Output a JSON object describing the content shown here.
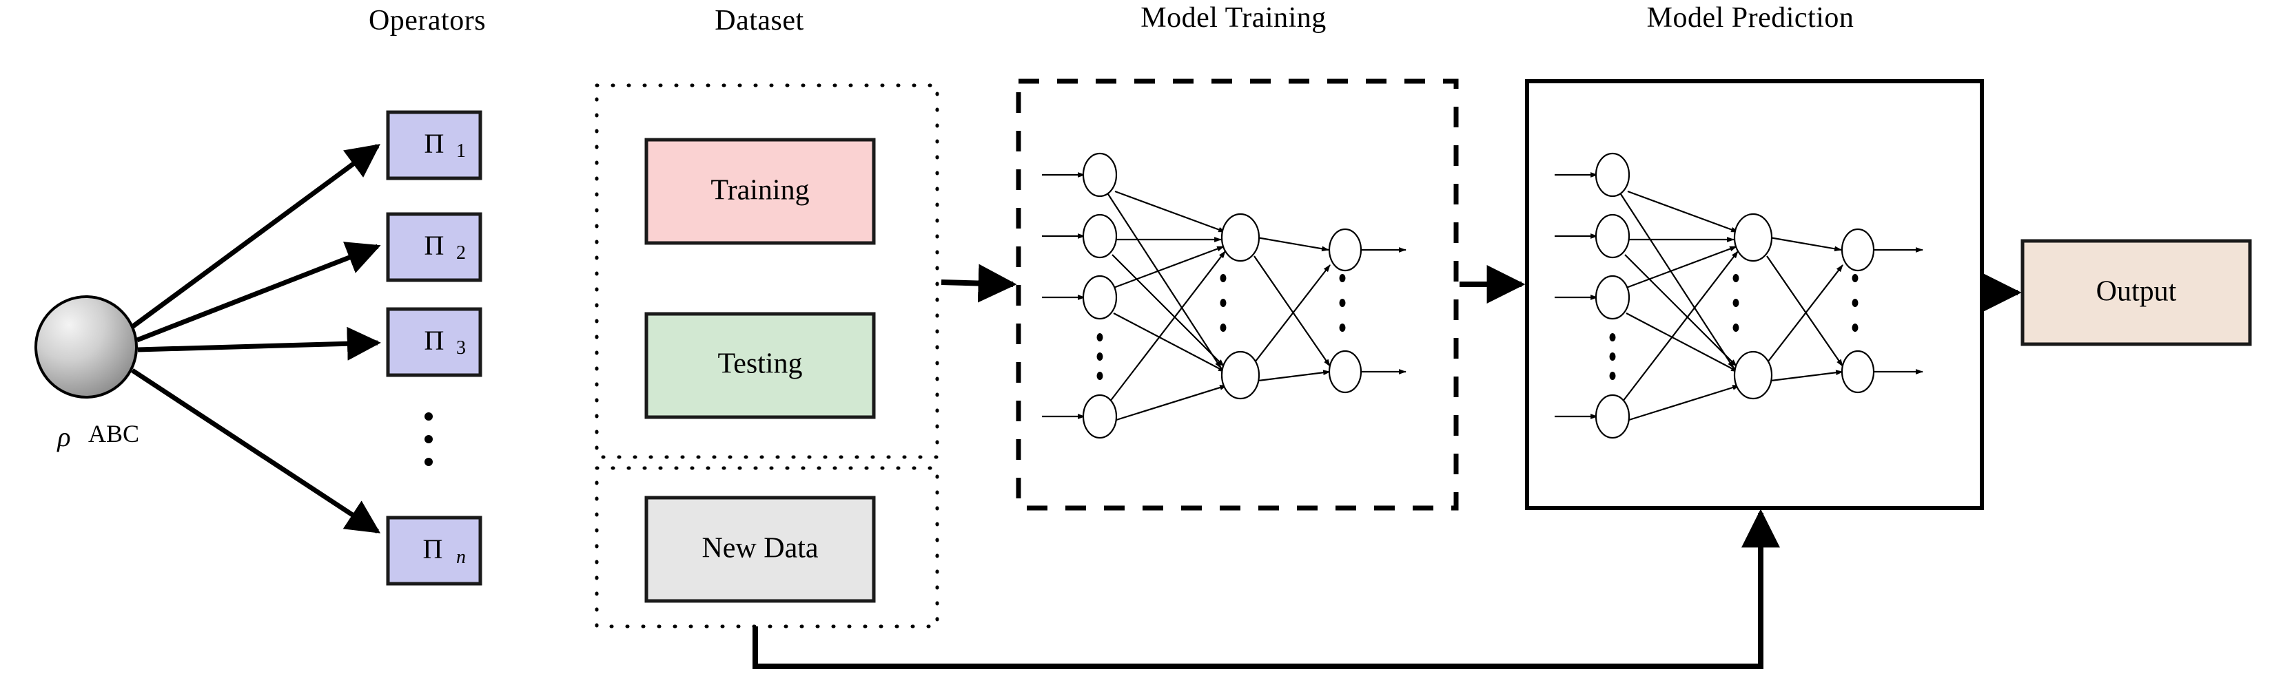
{
  "titles": {
    "operators": "Operators",
    "dataset": "Dataset",
    "model_training": "Model Training",
    "model_prediction": "Model Prediction"
  },
  "source": {
    "node_label": "ρ",
    "node_subscript": "ABC",
    "node_shape": "sphere",
    "node_gradient_from": "#f2f2f2",
    "node_gradient_to": "#8a8a8a"
  },
  "operators": {
    "boxes": [
      {
        "base": "Π",
        "sub": "1",
        "fill": "#c8c8f0",
        "stroke": "#1a1a1a"
      },
      {
        "base": "Π",
        "sub": "2",
        "fill": "#c8c8f0",
        "stroke": "#1a1a1a"
      },
      {
        "base": "Π",
        "sub": "3",
        "fill": "#c8c8f0",
        "stroke": "#1a1a1a"
      },
      {
        "base": "Π",
        "sub": "n",
        "fill": "#c8c8f0",
        "stroke": "#1a1a1a"
      }
    ],
    "ellipsis": "vertical-dots"
  },
  "dataset": {
    "container_border_style": "dotted",
    "groups": [
      {
        "name": "train-test-group",
        "boxes": [
          {
            "label": "Training",
            "fill": "#fad2d2",
            "stroke": "#1a1a1a"
          },
          {
            "label": "Testing",
            "fill": "#d2e8d2",
            "stroke": "#1a1a1a"
          }
        ]
      },
      {
        "name": "new-data-group",
        "boxes": [
          {
            "label": "New Data",
            "fill": "#e6e6e6",
            "stroke": "#1a1a1a"
          }
        ]
      }
    ]
  },
  "model_training": {
    "border_style": "dashed",
    "network": {
      "input_nodes": 4,
      "hidden_nodes": 2,
      "output_nodes": 2,
      "input_ellipsis": true,
      "hidden_ellipsis": true,
      "output_ellipsis": true,
      "node_fill": "#ffffff",
      "node_stroke": "#000000"
    }
  },
  "model_prediction": {
    "border_style": "solid",
    "network": {
      "input_nodes": 4,
      "hidden_nodes": 2,
      "output_nodes": 2,
      "input_ellipsis": true,
      "hidden_ellipsis": true,
      "output_ellipsis": true,
      "node_fill": "#ffffff",
      "node_stroke": "#000000"
    }
  },
  "output": {
    "label": "Output",
    "fill": "#f2e3d7",
    "stroke": "#1a1a1a"
  },
  "flow": {
    "arrows": [
      {
        "name": "dataset-to-training",
        "direction": "right"
      },
      {
        "name": "training-to-prediction",
        "direction": "right"
      },
      {
        "name": "prediction-to-output",
        "direction": "right"
      },
      {
        "name": "newdata-feedback-to-prediction",
        "direction": "up"
      }
    ]
  }
}
